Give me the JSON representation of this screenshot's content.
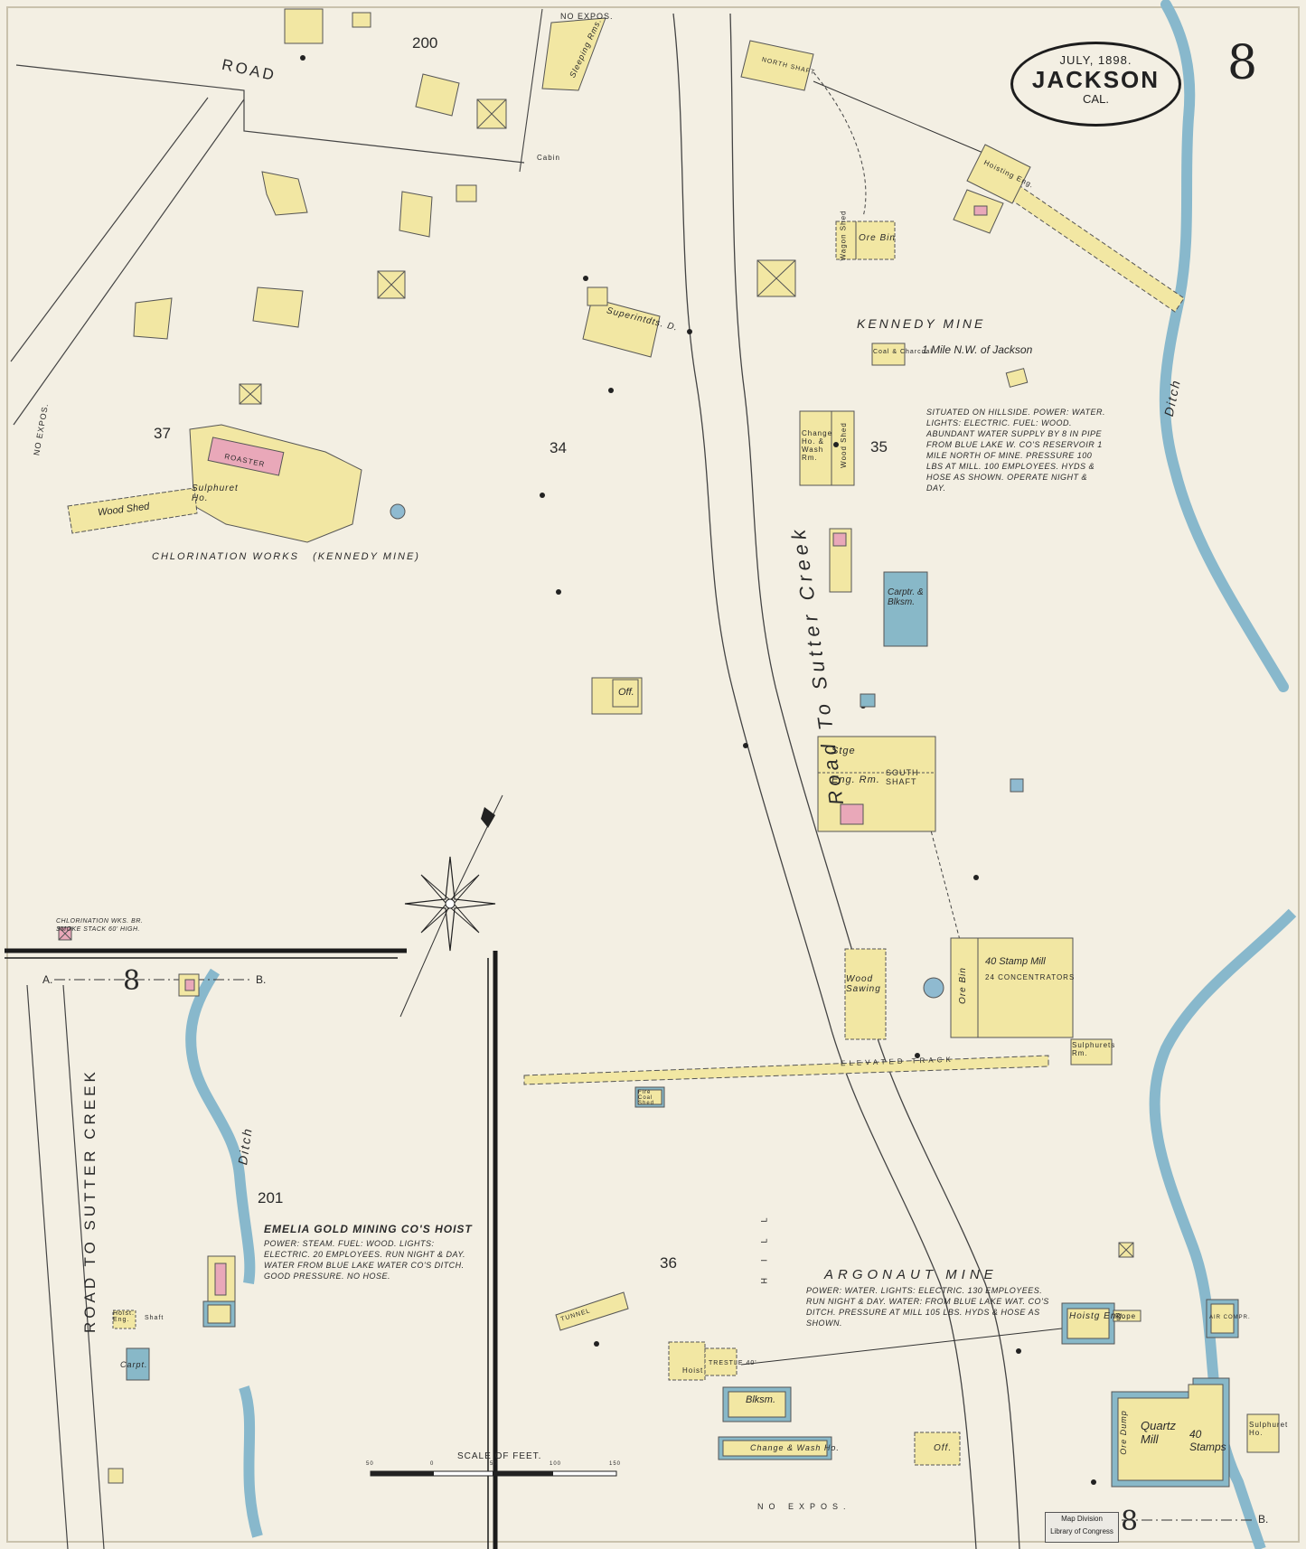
{
  "title": {
    "date": "JULY, 1898.",
    "city": "JACKSON",
    "state": "CAL."
  },
  "sheet_number": "8",
  "colors": {
    "paper": "#f3efe3",
    "frame": "#faf8ee",
    "building_yellow": "#f2e7a3",
    "brick_pink": "#e9a8b9",
    "stone_blue": "#88b8c8",
    "water_blue": "#9cc3d6",
    "line": "#4a4a4a"
  },
  "blocks": [
    "200",
    "37",
    "34",
    "35",
    "36",
    "201"
  ],
  "streets": {
    "road_top": "ROAD",
    "sutter_creek_road": "Road  To  Sutter  Creek",
    "inset_road": "ROAD TO SUTTER CREEK",
    "ditch": "Ditch",
    "hill": "HILL",
    "no_expos": "NO EXPOS."
  },
  "kennedy": {
    "name": "KENNEDY MINE",
    "location": "1 Mile N.W. of Jackson",
    "note": "SITUATED ON HILLSIDE. POWER: WATER. LIGHTS: ELECTRIC. FUEL: WOOD. ABUNDANT WATER SUPPLY BY 8 IN PIPE FROM BLUE LAKE W. CO'S RESERVOIR 1 MILE NORTH OF MINE. PRESSURE 100 LBS AT MILL. 100 EMPLOYEES. HYDS & HOSE AS SHOWN. OPERATE NIGHT & DAY."
  },
  "argonaut": {
    "name": "ARGONAUT MINE",
    "note": "POWER: WATER. LIGHTS: ELECTRIC. 130 EMPLOYEES. RUN NIGHT & DAY. WATER: FROM BLUE LAKE WAT. CO'S DITCH. PRESSURE AT MILL 105 LBS. HYDS & HOSE AS SHOWN."
  },
  "emelia": {
    "name": "EMELIA GOLD MINING CO'S HOIST",
    "note": "POWER: STEAM. FUEL: WOOD. LIGHTS: ELECTRIC. 20 EMPLOYEES. RUN NIGHT & DAY. WATER FROM BLUE LAKE WATER CO'S DITCH. GOOD PRESSURE. NO HOSE."
  },
  "chlorination": {
    "name": "CHLORINATION WORKS",
    "sub": "(KENNEDY MINE)",
    "stack": "CHLORINATION WKS. BR. SMOKE STACK 60' HIGH."
  },
  "buildings": {
    "north_shaft": "NORTH SHAFT",
    "hoisting_eng": "Hoisting Eng.",
    "wagon_shed": "Wagon Shed",
    "ore_bin": "Ore Bin",
    "superintdts": "Superintdts. D.",
    "coal": "Coal & Charcoal",
    "change_house": "Change Ho. & Wash Rm.",
    "wood_shed": "Wood Shed",
    "carpenter": "Carptr. & Blksm.",
    "office": "Off.",
    "south_shaft": "SOUTH SHAFT",
    "stge": "Stge",
    "eng_rm": "Eng. Rm.",
    "wood_sawing": "Wood Sawing",
    "stamp_mill": "40 Stamp Mill",
    "concentrators": "24 CONCENTRATORS",
    "ore_bin2": "Ore Bin",
    "sulphurets": "Sulphurets Rm.",
    "roaster": "ROASTER",
    "sulphuret_ho": "Sulphuret Ho.",
    "wood_shed2": "Wood Shed",
    "sleeping": "Sleeping Rms.",
    "cabin": "Cabin",
    "hoist_eng2": "Hoistg Eng.",
    "rope": "Rope",
    "quartz_mill": "Quartz Mill",
    "stamps": "40 Stamps",
    "ore_dump": "Ore Dump",
    "blksm2": "Blksm.",
    "change_wash": "Change & Wash Ho.",
    "hoist": "Hoist",
    "trestle": "TRESTLE 40'",
    "sulphuret_ho2": "Sulphuret Ho.",
    "off2": "Off.",
    "tunnel": "TUNNEL",
    "fire_coal": "Fire Coal Shed",
    "carpt": "Carpt.",
    "hoist_eng_inset": "Hoist. Eng.",
    "shaft": "Shaft",
    "air_compr": "AIR COMPR.",
    "elevated_track": "ELEVATED TRACK"
  },
  "scale": {
    "label": "SCALE OF FEET.",
    "ticks": [
      "50",
      "0",
      "50",
      "100",
      "150"
    ]
  },
  "section_line": {
    "a": "A.",
    "b": "B.",
    "n": "8"
  },
  "stamp": {
    "line1": "Map Division",
    "line2": "Library of Congress"
  }
}
